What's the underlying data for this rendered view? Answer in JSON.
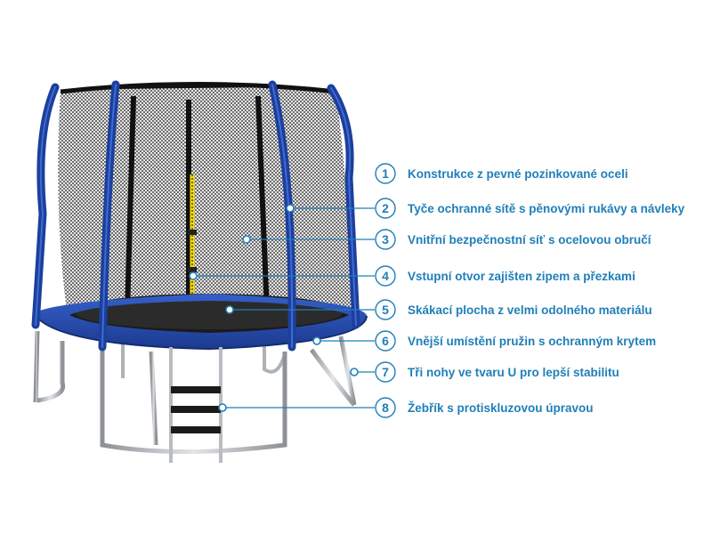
{
  "colors": {
    "accent": "#1f7fb8",
    "frame_blue": "#1d3f9e",
    "net": "#1a1a1a",
    "steel": "#b9bcc0",
    "zip": "#f5d90a"
  },
  "callouts": [
    {
      "number": "1",
      "text": "Konstrukce z pevné pozinkované oceli"
    },
    {
      "number": "2",
      "text": "Tyče ochranné sítě s pěnovými rukávy a návleky"
    },
    {
      "number": "3",
      "text": "Vnitřní bezpečnostní síť s ocelovou obručí"
    },
    {
      "number": "4",
      "text": "Vstupní otvor zajišten zipem a přezkami"
    },
    {
      "number": "5",
      "text": "Skákací plocha z velmi odolného materiálu"
    },
    {
      "number": "6",
      "text": "Vnější umístění pružin s ochranným krytem"
    },
    {
      "number": "7",
      "text": "Tři nohy ve tvaru U pro lepší stabilitu"
    },
    {
      "number": "8",
      "text": "Žebřík s protiskluzovou úpravou"
    }
  ]
}
